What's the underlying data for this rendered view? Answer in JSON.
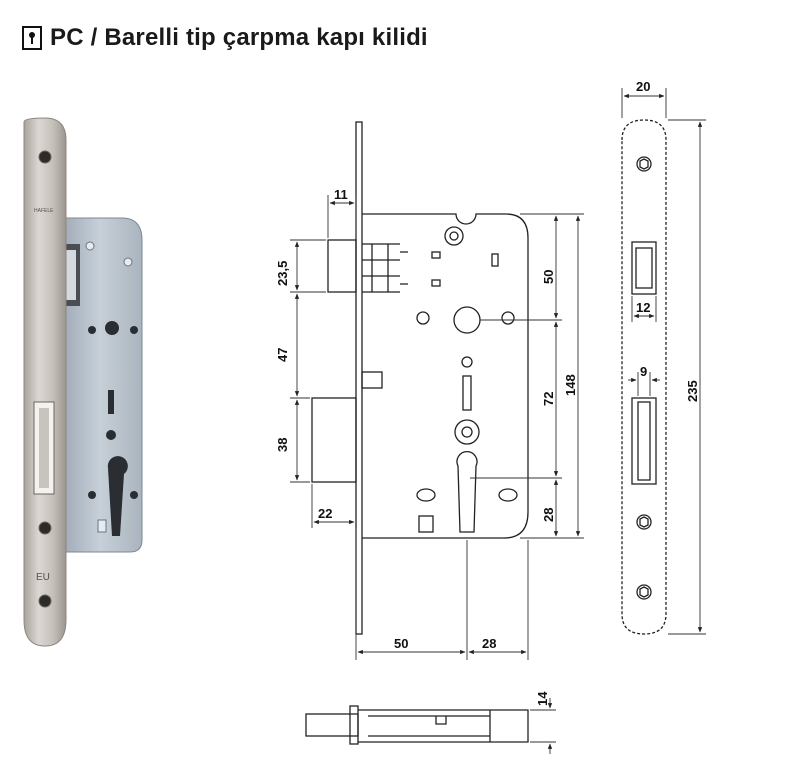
{
  "title": {
    "icon": "lock-cylinder-icon",
    "text": "PC / Barelli tip çarpma kapı kilidi"
  },
  "photo": {
    "engraving_brand": "HAFELE",
    "engraving_mark": "EU"
  },
  "dimensions": {
    "latch_projection": "11",
    "latch_height": "23,5",
    "latch_to_bolt": "47",
    "bolt_height": "38",
    "bolt_projection": "22",
    "follower_to_top": "50",
    "follower_to_cylinder": "72",
    "case_height": "148",
    "cylinder_to_bottom": "28",
    "backset": "50",
    "cylinder_offset": "28",
    "faceplate_width": "20",
    "latch_opening_width": "12",
    "bolt_opening_width": "9",
    "faceplate_length": "235",
    "case_depth": "14"
  },
  "colors": {
    "line": "#222222",
    "dim_line": "#333333",
    "faceplate": "#c9c4bf",
    "case": "#b8c2cc"
  }
}
